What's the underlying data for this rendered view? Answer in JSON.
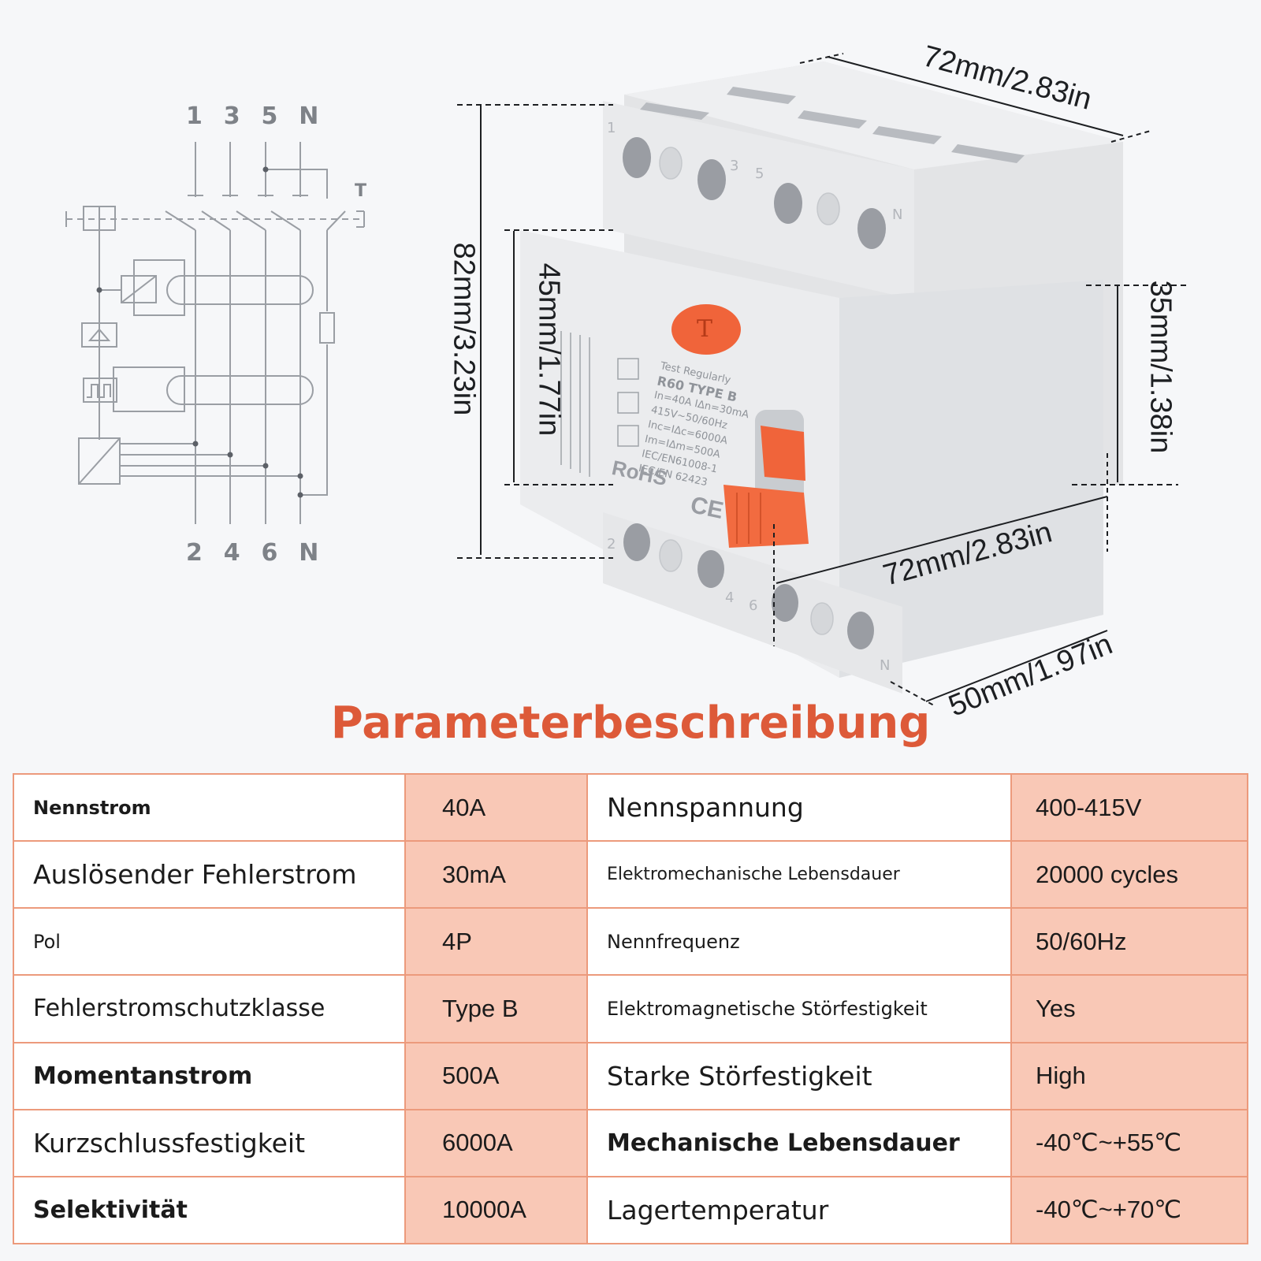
{
  "wiring": {
    "top_terminals": "1  3  5  N",
    "bottom_terminals": "2  4  6  N",
    "test_label": "T"
  },
  "dimensions": {
    "width_top": "72mm/2.83in",
    "height_total": "82mm/3.23in",
    "height_front": "45mm/1.77in",
    "depth_step": "35mm/1.38in",
    "width_bottom": "72mm/2.83in",
    "depth_bottom": "50mm/1.97in"
  },
  "device": {
    "test_button": "T",
    "labels": [
      "Test Regularly",
      "R60  TYPE B",
      "In=40A  IΔn=30mA",
      "415V~50/60Hz",
      "Inc=IΔc=6000A",
      "Im=IΔm=500A",
      "IEC/EN61008-1",
      "IEC/EN 62423"
    ],
    "rohs": "RoHS",
    "ce": "CE",
    "terminals_top": [
      "1",
      "3",
      "5",
      "N"
    ],
    "terminals_bottom": [
      "2",
      "4",
      "6",
      "N"
    ],
    "colors": {
      "body": "#e7e8ea",
      "accent": "#f0643a",
      "dark": "#5c6067"
    }
  },
  "heading": "Parameterbeschreibung",
  "specs": [
    {
      "label1": "Nennstrom",
      "value1": "40A",
      "label2": "Nennspannung",
      "value2": "400-415V"
    },
    {
      "label1": "Auslösender Fehlerstrom",
      "value1": "30mA",
      "label2": "Elektromechanische Lebensdauer",
      "value2": "20000 cycles"
    },
    {
      "label1": "Pol",
      "value1": "4P",
      "label2": "Nennfrequenz",
      "value2": "50/60Hz"
    },
    {
      "label1": "Fehlerstromschutzklasse",
      "value1": "Type B",
      "label2": "Elektromagnetische Störfestigkeit",
      "value2": "Yes"
    },
    {
      "label1": "Momentanstrom",
      "value1": "500A",
      "label2": "Starke Störfestigkeit",
      "value2": "High"
    },
    {
      "label1": "Kurzschlussfestigkeit",
      "value1": "6000A",
      "label2": "Mechanische Lebensdauer",
      "value2": "-40℃~+55℃"
    },
    {
      "label1": "Selektivität",
      "value1": "10000A",
      "label2": "Lagertemperatur",
      "value2": "-40℃~+70℃"
    }
  ],
  "theme": {
    "accent": "#dd5a39",
    "cell_fill": "#f9c8b6",
    "border": "#ec9a7c"
  }
}
